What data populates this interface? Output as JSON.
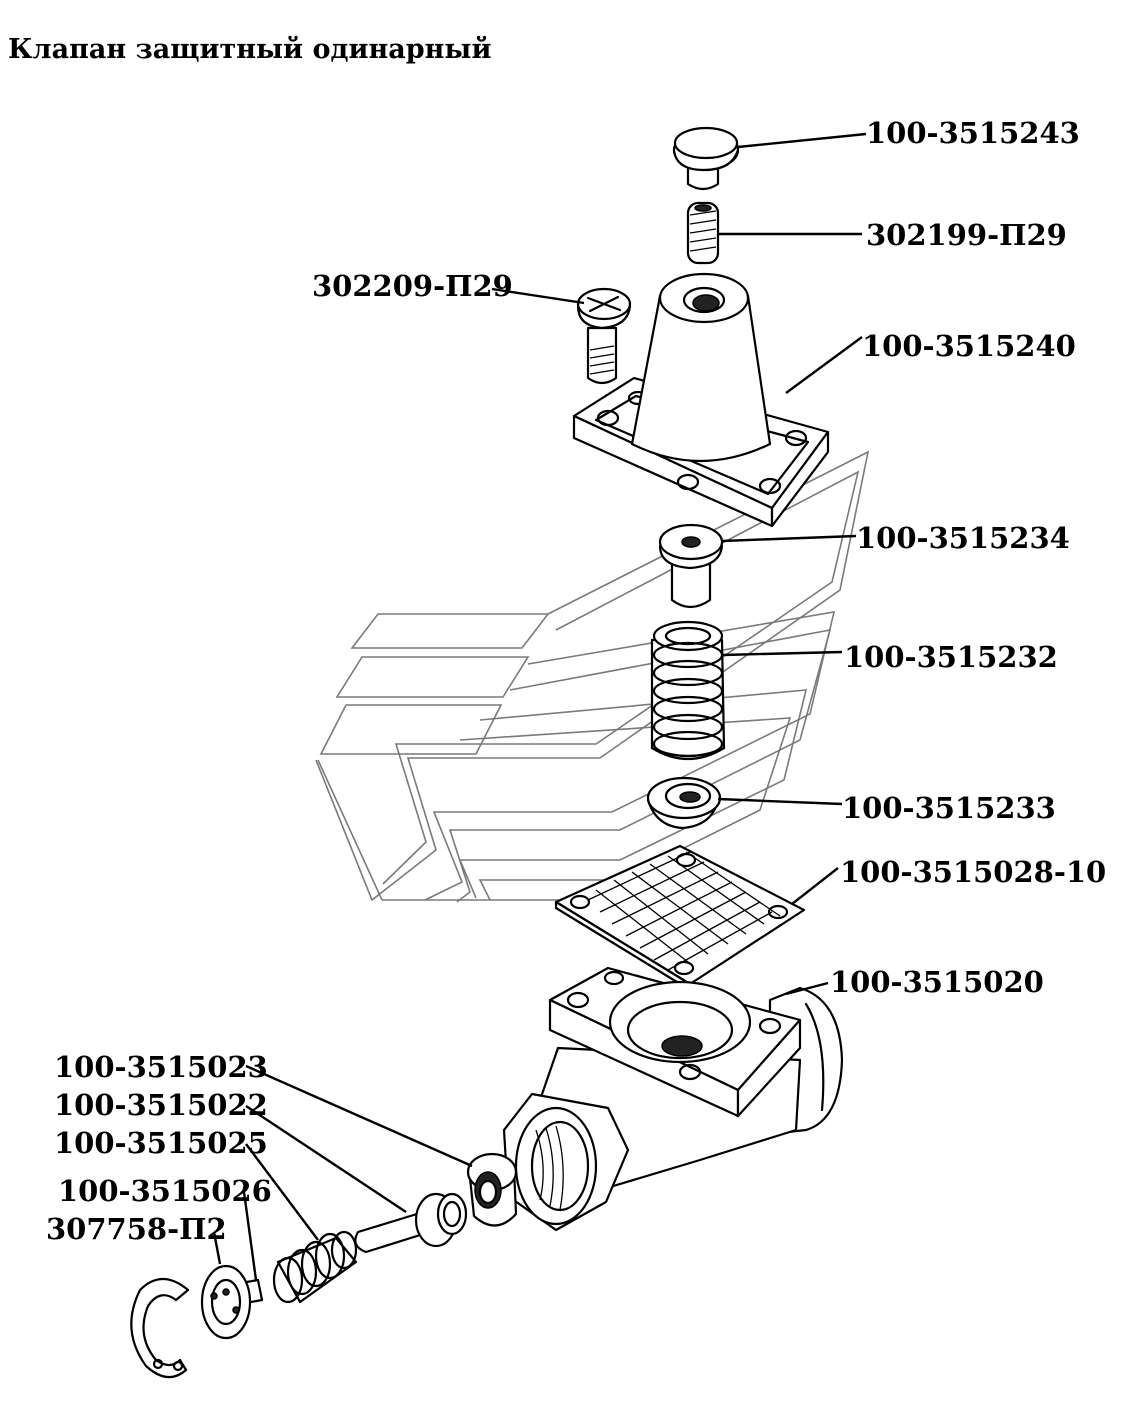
{
  "title": "Клапан защитный одинарный",
  "parts": [
    {
      "id": "p1",
      "number": "100-3515243"
    },
    {
      "id": "p2",
      "number": "302199-П29"
    },
    {
      "id": "p3",
      "number": "302209-П29"
    },
    {
      "id": "p4",
      "number": "100-3515240"
    },
    {
      "id": "p5",
      "number": "100-3515234"
    },
    {
      "id": "p6",
      "number": "100-3515232"
    },
    {
      "id": "p7",
      "number": "100-3515233"
    },
    {
      "id": "p8",
      "number": "100-3515028-10"
    },
    {
      "id": "p9",
      "number": "100-3515020"
    },
    {
      "id": "p10",
      "number": "100-3515023"
    },
    {
      "id": "p11",
      "number": "100-3515022"
    },
    {
      "id": "p12",
      "number": "100-3515025"
    },
    {
      "id": "p13",
      "number": "100-3515026"
    },
    {
      "id": "p14",
      "number": "307758-П2"
    }
  ]
}
